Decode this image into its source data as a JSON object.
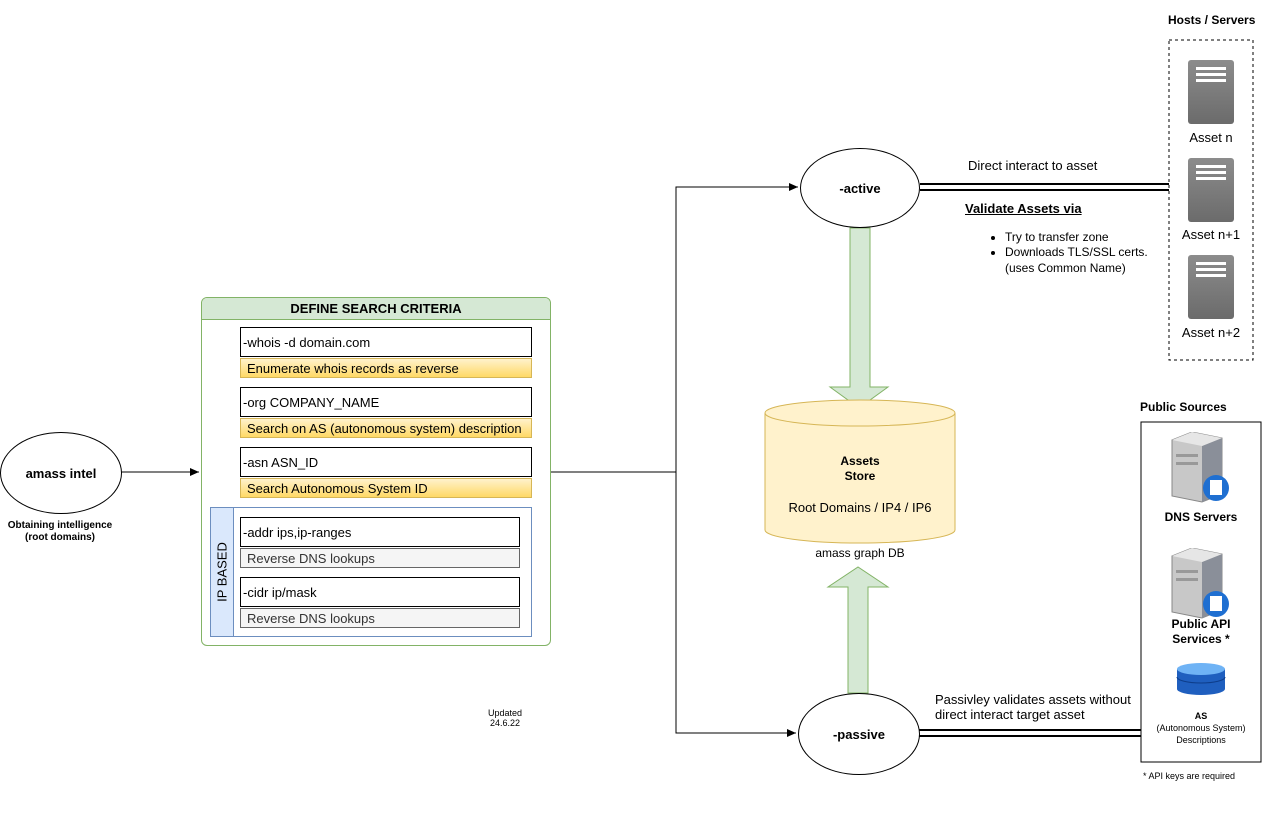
{
  "start": {
    "node": "amass intel",
    "caption": [
      "Obtaining intelligence",
      "(root domains)"
    ]
  },
  "criteria": {
    "title": "DEFINE SEARCH CRITERIA",
    "items": [
      {
        "cmd": "-whois -d domain.com",
        "desc": "Enumerate whois records as reverse"
      },
      {
        "cmd": "-org COMPANY_NAME",
        "desc": "Search on AS (autonomous system) description"
      },
      {
        "cmd": "-asn ASN_ID",
        "desc": "Search Autonomous System ID"
      }
    ],
    "ip_group": {
      "label": "IP BASED",
      "items": [
        {
          "cmd": "-addr ips,ip-ranges",
          "desc": "Reverse DNS lookups"
        },
        {
          "cmd": "-cidr ip/mask",
          "desc": "Reverse DNS lookups"
        }
      ]
    }
  },
  "updated": [
    "Updated",
    "24.6.22"
  ],
  "active": {
    "node": "-active",
    "link_label": "Direct interact to asset",
    "validate_title": "Validate Assets via",
    "validate_items": [
      "Try to transfer zone",
      "Downloads TLS/SSL certs."
    ],
    "validate_note": "(uses Common Name)"
  },
  "passive": {
    "node": "-passive",
    "link_label": [
      "Passivley validates assets without",
      "direct interact target asset"
    ]
  },
  "store": {
    "title": [
      "Assets",
      "Store"
    ],
    "subtitle": "Root Domains / IP4 / IP6",
    "caption": "amass graph DB"
  },
  "hosts": {
    "title": "Hosts / Servers",
    "assets": [
      "Asset n",
      "Asset n+1",
      "Asset n+2"
    ]
  },
  "public": {
    "title": "Public Sources",
    "dns": "DNS Servers",
    "api": [
      "Public API",
      "Services *"
    ],
    "as_title": "AS",
    "as_desc": [
      "(Autonomous System)",
      "Descriptions"
    ],
    "footnote": "* API keys are required"
  },
  "colors": {
    "green_fill": "#d5e8d4",
    "green_stroke": "#82b366",
    "yellow_fill": "#fff2cc",
    "yellow_stroke": "#d6b656",
    "blue_fill": "#dae8fc",
    "blue_stroke": "#6c8ebf",
    "cylinder_fill": "#fff2cc"
  }
}
